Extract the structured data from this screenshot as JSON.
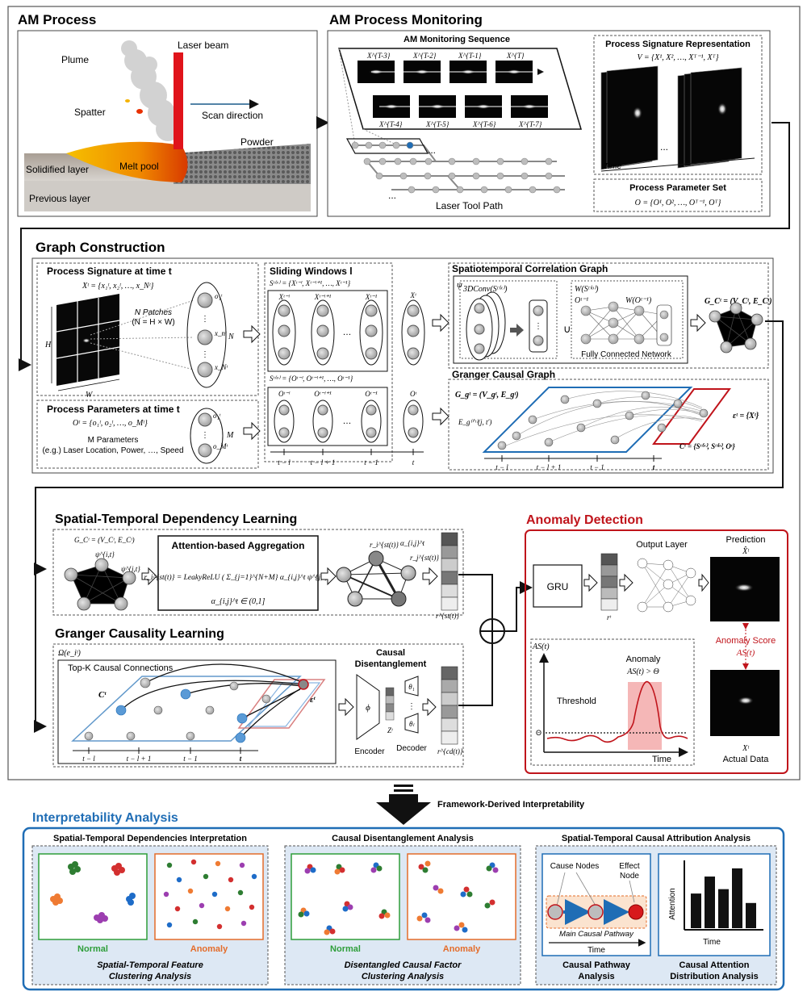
{
  "am_process": {
    "title": "AM Process",
    "plume": "Plume",
    "laser_beam": "Laser beam",
    "spatter": "Spatter",
    "scan_direction": "Scan direction",
    "powder": "Powder",
    "solidified_layer": "Solidified layer",
    "melt_pool": "Melt pool",
    "previous_layer": "Previous layer"
  },
  "monitoring": {
    "title": "AM Process Monitoring",
    "sequence_title": "AM Monitoring Sequence",
    "frames_top": [
      "X^{T-3}",
      "X^{T-2}",
      "X^{T-1}",
      "X^{T}"
    ],
    "frames_bottom": [
      "X^{T-4}",
      "X^{T-5}",
      "X^{T-6}",
      "X^{T-7}"
    ],
    "ellipsis": "...",
    "tool_path": "Laser Tool Path",
    "signature_title": "Process Signature Representation",
    "signature_formula": "V = {X¹, X², …, Xᵀ⁻¹, Xᵀ}",
    "time": "Time",
    "param_title": "Process Parameter Set",
    "param_formula": "O = {O¹, O², …, Oᵀ⁻¹, Oᵀ}"
  },
  "graph": {
    "title": "Graph Construction",
    "sig_title": "Process Signature at time t",
    "sig_formula": "Xᵗ = {x₁ᵗ, x₂ᵗ, …, x_Nᵗ}",
    "h": "H",
    "w": "W",
    "patches_line1": "N Patches",
    "patches_line2": "(N = H × W)",
    "n_label": "N",
    "node_top": "o₁ᵗ",
    "node_mid": "x_nᵗ",
    "node_bot": "x_Nᵗ",
    "param_title": "Process Parameters at time t",
    "param_formula": "Oᵗ = {o₁ᵗ, o₂ᵗ, …, o_Mᵗ}",
    "param_line1": "M Parameters",
    "param_line2": "(e.g.) Laser Location, Power, …, Speed",
    "m_label": "M",
    "pnode_top": "o₁ᵗ",
    "pnode_bot": "o_Mᵗ",
    "window_title": "Sliding Windows l",
    "window_sx": "Sᵗ⁽ˣ⁾ = {Xᵗ⁻ˡ, Xᵗ⁻ˡ⁺¹, …, Xᵗ⁻¹}",
    "window_so": "Sᵗ⁽ᵒ⁾ = {Oᵗ⁻ˡ, Oᵗ⁻ˡ⁺¹, …, Oᵗ⁻¹}",
    "win_x_labels": [
      "Xᵗ⁻ˡ",
      "Xᵗ⁻ˡ⁺¹",
      "Xᵗ⁻¹"
    ],
    "win_o_labels": [
      "Oᵗ⁻ˡ",
      "Oᵗ⁻ˡ⁺¹",
      "Oᵗ⁻¹"
    ],
    "xt": "Xᵗ",
    "ot": "Oᵗ",
    "win_time_labels": [
      "t − l",
      "t − l + 1",
      "t − 1",
      "t"
    ],
    "stc_title": "Spatiotemporal Correlation Graph",
    "psi": "ψ",
    "conv": "3DConv(Sᵗ⁽ˣ⁾)",
    "union": "∪",
    "w_so": "W(Sᵗ⁽ᵒ⁾)",
    "o_prev": "Oᵗ⁻¹",
    "w_o": "W(Oᵗ⁻¹)",
    "fcn": "Fully Connected Network",
    "gc": "G_Cᵗ = (V_Cᵗ, E_Cᵗ)",
    "gcg_title": "Granger Causal Graph",
    "gg": "G_gᵗ = (V_gᵗ, E_gᵗ)",
    "eg": "E_g⁽ⁱ'ᵗ⁾(j, t′)",
    "epsilon": "εᵗ = {Xᵗ}",
    "cset": "Cᵗ = {Sᵗ⁽ˣ⁾, Sᵗ⁽ᵒ⁾, Oᵗ}",
    "gcg_time_labels": [
      "t − l",
      "t − l + 1",
      "t − 1",
      "t"
    ]
  },
  "stdl": {
    "title": "Spatial-Temporal Dependency Learning",
    "gc": "G_Cᵗ = (V_Cᵗ, E_Cᵗ)",
    "psi_i": "ψ^{i,t}",
    "psi_j": "ψ^{j,t}",
    "attn_title": "Attention-based Aggregation",
    "attn_formula": "r_i^{st(t)} = LeakyReLU ( Σ_{j=1}^{N+M} α_{i,j}^t ψ^{j,t} )",
    "attn_range": "α_{i,j}^t ∈ (0,1]",
    "ri": "r_i^{st(t)}",
    "alpha": "α_{i,j}^t",
    "rj": "r_j^{st(t)}",
    "rst": "r^{st(t)}"
  },
  "gcl": {
    "title": "Granger Causality Learning",
    "omega": "Ω(e_iᵗ)",
    "topk": "Top-K Causal Connections",
    "c": "Cᵗ",
    "eps": "εᵗ",
    "time_labels": [
      "t − l",
      "t − l + 1",
      "t − 1",
      "t"
    ],
    "cd_title_1": "Causal",
    "cd_title_2": "Disentanglement",
    "phi": "ϕ",
    "z": "Zᵗ",
    "theta1": "θ₁",
    "thetal": "θₗ",
    "encoder": "Encoder",
    "decoder": "Decoder",
    "rcd": "r^{cd(t)}"
  },
  "anomaly": {
    "title": "Anomaly Detection",
    "gru": "GRU",
    "rt": "rᵗ",
    "output_layer": "Output Layer",
    "prediction": "Prediction",
    "xhat": "X̂ᵗ",
    "score_1": "Anomaly Score",
    "score_2": "AS(t)",
    "as_axis": "AS(t)",
    "anomaly_1": "Anomaly",
    "anomaly_2": "AS(t) > Θ",
    "threshold": "Threshold",
    "theta": "Θ",
    "time": "Time",
    "xt": "Xᵗ",
    "actual": "Actual Data"
  },
  "framework_label": "Framework-Derived Interpretability",
  "interp": {
    "title": "Interpretability Analysis",
    "p1_title": "Spatial-Temporal Dependencies Interpretation",
    "p1_normal": "Normal",
    "p1_anomaly": "Anomaly",
    "p1_cap1": "Spatial-Temporal Feature",
    "p1_cap2": "Clustering Analysis",
    "p2_title": "Causal Disentanglement Analysis",
    "p2_normal": "Normal",
    "p2_anomaly": "Anomaly",
    "p2_cap1": "Disentangled Causal Factor",
    "p2_cap2": "Clustering Analysis",
    "p3_title": "Spatial-Temporal Causal Attribution Analysis",
    "cause_nodes": "Cause Nodes",
    "effect_1": "Effect",
    "effect_2": "Node",
    "main_path": "Main Causal Pathway",
    "time_a": "Time",
    "cap_a1": "Causal Pathway",
    "cap_a2": "Analysis",
    "attention": "Attention",
    "time_b": "Time",
    "cap_b1": "Causal Attention",
    "cap_b2": "Distribution Analysis"
  },
  "colors": {
    "red": "#c0141b",
    "blue": "#1f6db5",
    "green": "#2e9e3a",
    "orange": "#e46c2a",
    "interp_bg": "#dde8f4"
  }
}
